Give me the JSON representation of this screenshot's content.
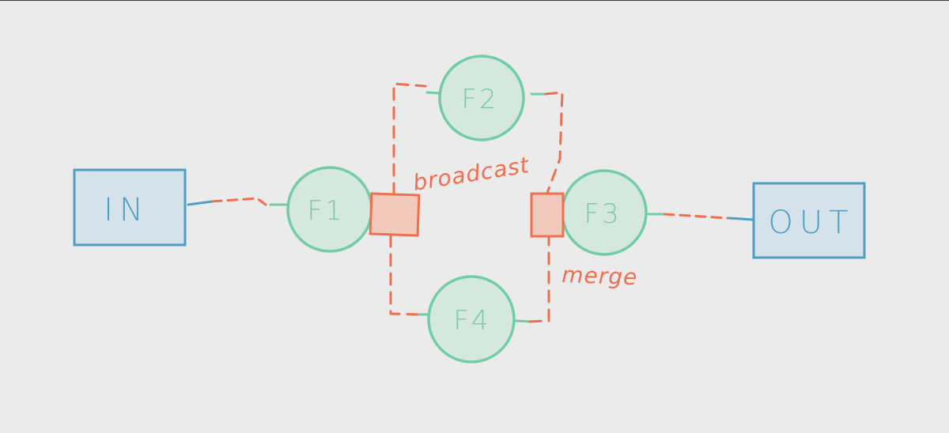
{
  "diagram": {
    "input_box": {
      "label": "IN"
    },
    "output_box": {
      "label": "OUT"
    },
    "functions": [
      {
        "id": "f1",
        "label": "F1"
      },
      {
        "id": "f2",
        "label": "F2"
      },
      {
        "id": "f3",
        "label": "F3"
      },
      {
        "id": "f4",
        "label": "F4"
      }
    ],
    "annotations": {
      "broadcast": "broadcast",
      "merge": "merge"
    }
  },
  "colors": {
    "background": "#ebebeb",
    "box_stroke": "#4f9fc4",
    "box_fill": "#d6e2ea",
    "circle_stroke": "#72cda7",
    "circle_fill": "#d5e8df",
    "node_text": "#7cc8ab",
    "box_text": "#4f9fc4",
    "accent": "#f06f4f",
    "accent_fill": "#f2c9bd"
  }
}
